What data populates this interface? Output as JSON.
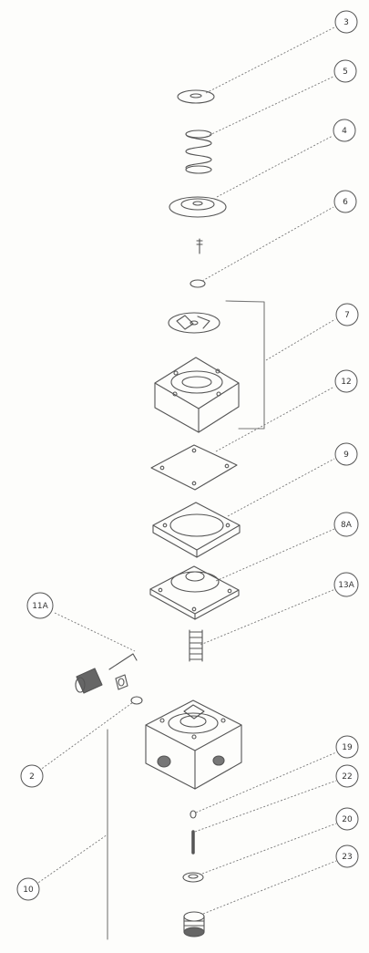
{
  "callouts": [
    {
      "label": "3"
    },
    {
      "label": "5"
    },
    {
      "label": "4"
    },
    {
      "label": "6"
    },
    {
      "label": "7"
    },
    {
      "label": "12"
    },
    {
      "label": "9"
    },
    {
      "label": "8A"
    },
    {
      "label": "11A"
    },
    {
      "label": "13A"
    },
    {
      "label": "2"
    },
    {
      "label": "19"
    },
    {
      "label": "22"
    },
    {
      "label": "20"
    },
    {
      "label": "10"
    },
    {
      "label": "23"
    }
  ],
  "colors": {
    "ink": "#555555",
    "light_ink": "#8a8a8a",
    "paper": "#fdfdfb"
  }
}
